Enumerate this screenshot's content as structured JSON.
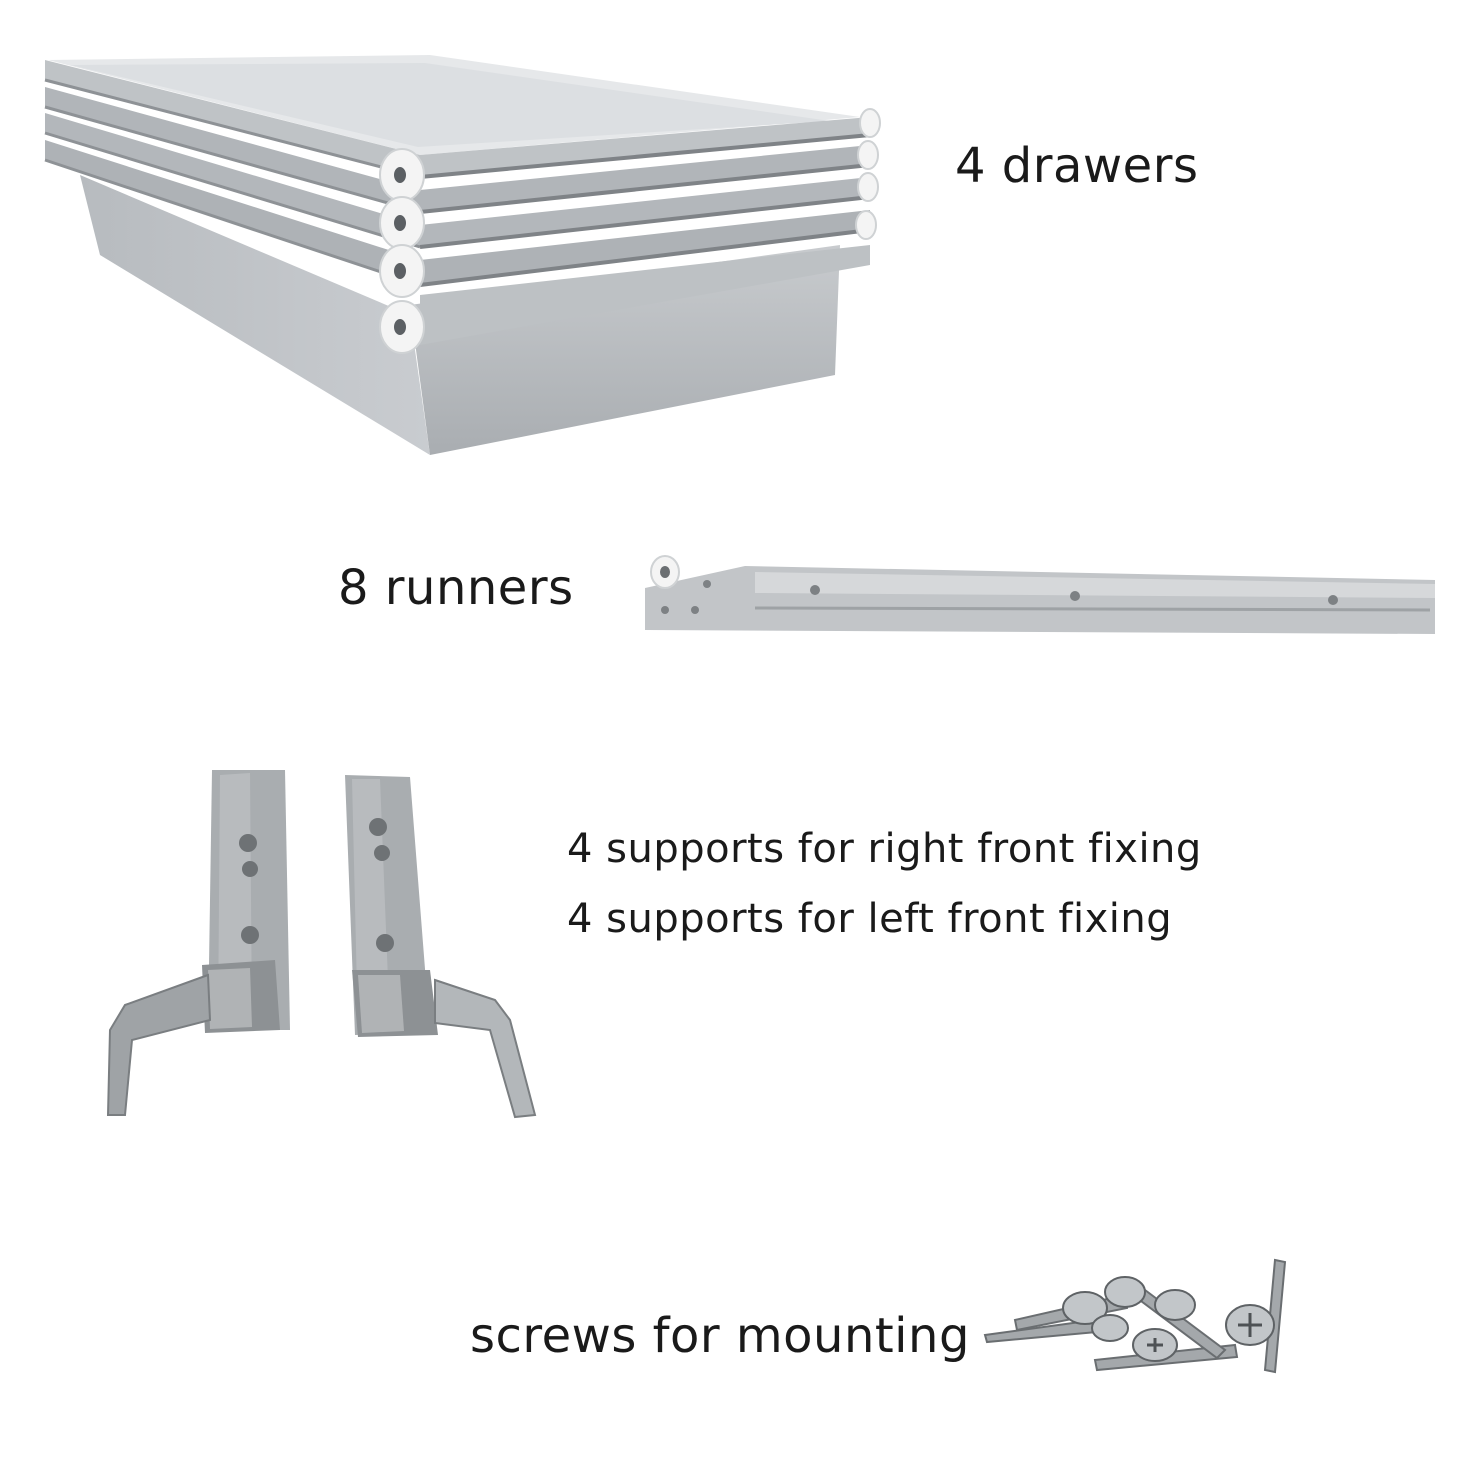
{
  "items": {
    "drawers": {
      "label": "4 drawers",
      "icon": "stacked-drawers-illustration"
    },
    "runners": {
      "label": "8 runners",
      "icon": "runner-rail-illustration"
    },
    "supports": {
      "right_label": "4 supports for right front fixing",
      "left_label": "4 supports for left front fixing",
      "icon": "front-fixing-supports-illustration"
    },
    "screws": {
      "label": "screws for mounting",
      "icon": "screw-pile-illustration"
    }
  },
  "colors": {
    "plastic_gray": "#b4b8bc",
    "plastic_light": "#d4d7da",
    "metal": "#9a9ea1",
    "wheel": "#f2f2f2",
    "text": "#1a1a1a"
  }
}
